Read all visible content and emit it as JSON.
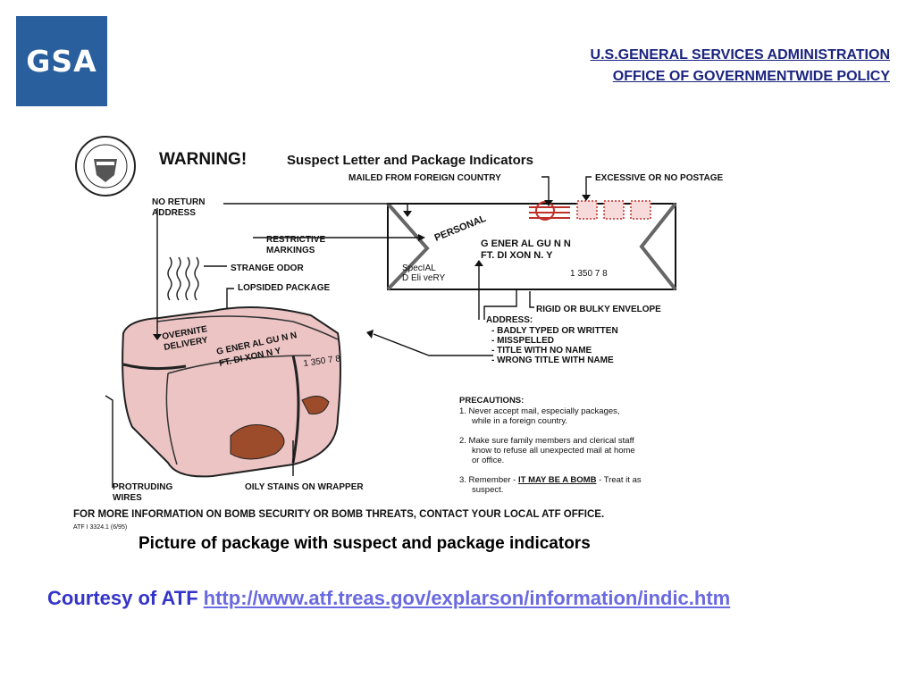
{
  "header": {
    "logo_text": "GSA",
    "line1": "U.S.GENERAL SERVICES ADMINISTRATION",
    "line2": "OFFICE OF GOVERNMENTWIDE POLICY"
  },
  "figure": {
    "title_warning": "WARNING!",
    "title_rest": "Suspect Letter and Package Indicators",
    "labels": {
      "no_return_1": "NO RETURN",
      "no_return_2": "ADDRESS",
      "restrictive_1": "RESTRICTIVE",
      "restrictive_2": "MARKINGS",
      "strange_odor": "STRANGE ODOR",
      "lopsided": "LOPSIDED PACKAGE",
      "foreign": "MAILED FROM FOREIGN COUNTRY",
      "postage": "EXCESSIVE OR NO POSTAGE",
      "rigid": "RIGID OR BULKY ENVELOPE",
      "address_head": "ADDRESS:",
      "address_1": "-  BADLY TYPED OR WRITTEN",
      "address_2": "-  MISSPELLED",
      "address_3": "-  TITLE WITH NO NAME",
      "address_4": "-  WRONG TITLE WITH NAME",
      "protruding_1": "PROTRUDING",
      "protruding_2": "WIRES",
      "oily": "OILY STAINS ON WRAPPER"
    },
    "envelope": {
      "personal": "PERSONAL",
      "addr1": "G ENER AL GU N N",
      "addr2": "FT. DI XON N. Y",
      "special1": "SpecIAL",
      "special2": "D Eli veRY",
      "zip": "1 350 7 8"
    },
    "package": {
      "overnite1": "OVERNITE",
      "overnite2": "DELIVERY",
      "addr1": "G ENER AL GU N N",
      "addr2": "FT. DI XON N Y",
      "zip": "1 350 7 8"
    },
    "precautions": {
      "head": "PRECAUTIONS:",
      "p1a": "1.  Never accept mail, especially packages,",
      "p1b": "while in a foreign country.",
      "p2a": "2.  Make sure family members and clerical staff",
      "p2b": "know to refuse all unexpected mail at home",
      "p2c": "or office.",
      "p3a": "3.  Remember - ",
      "p3bomb": "IT MAY BE A BOMB",
      "p3c": " - Treat it as",
      "p3d": "suspect."
    },
    "footer": "FOR MORE INFORMATION ON BOMB SECURITY OR BOMB THREATS, CONTACT YOUR LOCAL ATF OFFICE.",
    "form_no": "ATF I 3324.1 (6/95)"
  },
  "caption": "Picture of package with suspect and package indicators",
  "courtesy": {
    "text": "Courtesy of ATF",
    "link": "http://www.atf.treas.gov/explarson/information/indic.htm"
  }
}
